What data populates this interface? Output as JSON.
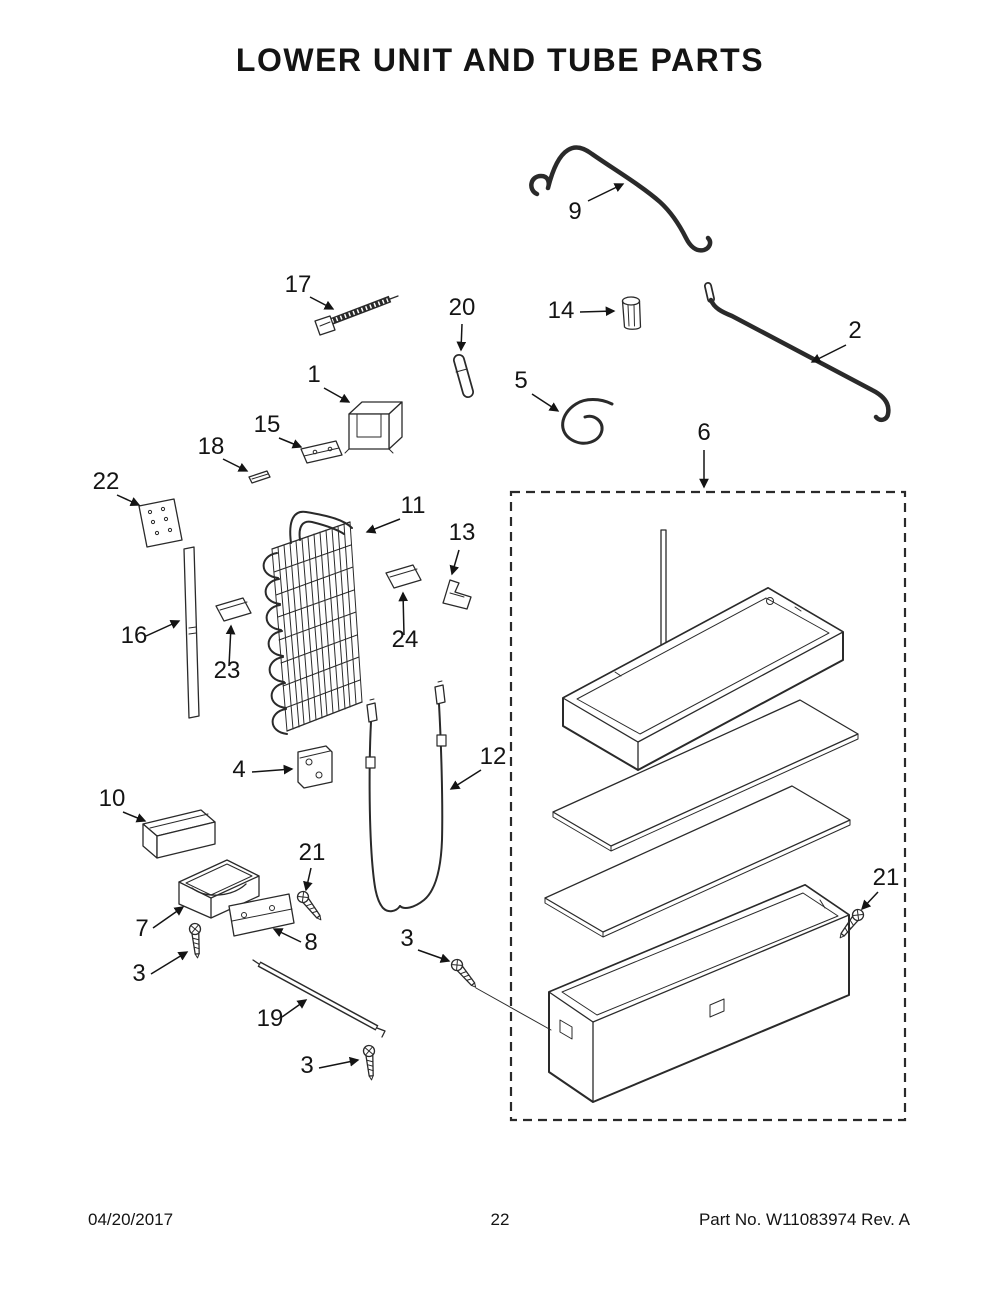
{
  "title": "LOWER UNIT AND TUBE PARTS",
  "ink_color": "#2a2a2a",
  "callouts": {
    "n1": "1",
    "n2": "2",
    "n3a": "3",
    "n3b": "3",
    "n3c": "3",
    "n4": "4",
    "n5": "5",
    "n6": "6",
    "n7": "7",
    "n8": "8",
    "n9": "9",
    "n10": "10",
    "n11": "11",
    "n12": "12",
    "n13": "13",
    "n14": "14",
    "n15": "15",
    "n16": "16",
    "n17": "17",
    "n18": "18",
    "n19": "19",
    "n20": "20",
    "n21a": "21",
    "n21b": "21",
    "n22": "22",
    "n23": "23",
    "n24": "24"
  },
  "footer": {
    "date": "04/20/2017",
    "page": "22",
    "part_no": "Part No.  W11083974  Rev. A"
  }
}
